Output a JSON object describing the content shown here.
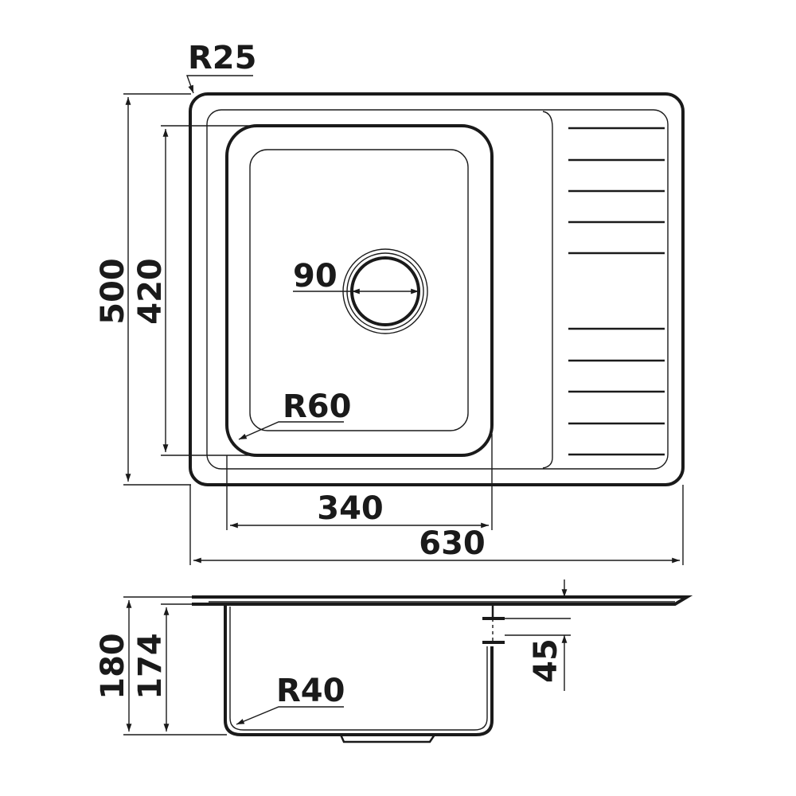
{
  "top_view": {
    "corner_radius_label": "R25",
    "overall_depth_label": "500",
    "bowl_depth_label": "420",
    "drain_label": "90",
    "bowl_radius_label": "R60",
    "bowl_width_label": "340",
    "overall_width_label": "630"
  },
  "side_view": {
    "overall_height_label": "180",
    "bowl_height_label": "174",
    "bottom_radius_label": "R40",
    "faucet_offset_label": "45"
  }
}
